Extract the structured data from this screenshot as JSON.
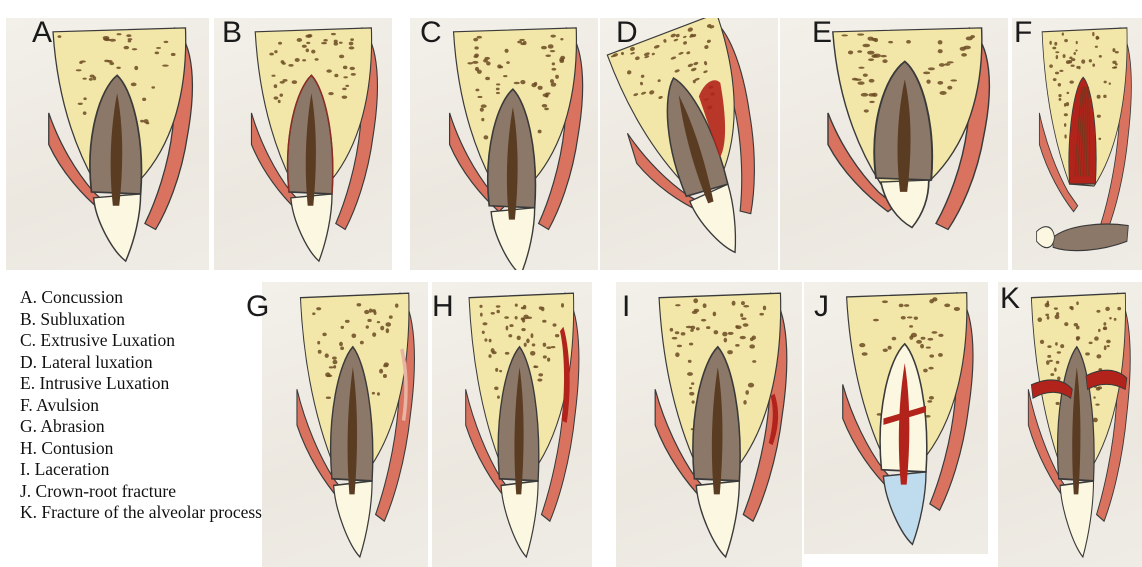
{
  "panels": [
    {
      "label": "A",
      "pathology": "none",
      "crown": "normal"
    },
    {
      "label": "B",
      "pathology": "pdl-widening",
      "crown": "normal"
    },
    {
      "label": "C",
      "pathology": "extrusion",
      "crown": "long"
    },
    {
      "label": "D",
      "pathology": "lateral-displacement",
      "crown": "tilted"
    },
    {
      "label": "E",
      "pathology": "intrusion",
      "crown": "short"
    },
    {
      "label": "F",
      "pathology": "avulsion-empty-socket",
      "crown": "separated"
    },
    {
      "label": "G",
      "pathology": "abrasion",
      "crown": "normal"
    },
    {
      "label": "H",
      "pathology": "contusion",
      "crown": "normal"
    },
    {
      "label": "I",
      "pathology": "laceration",
      "crown": "normal"
    },
    {
      "label": "J",
      "pathology": "crown-root-fracture",
      "crown": "fractured"
    },
    {
      "label": "K",
      "pathology": "alveolar-process-fracture",
      "crown": "normal"
    }
  ],
  "legend": [
    "A. Concussion",
    "B. Subluxation",
    "C. Extrusive Luxation",
    "D. Lateral luxation",
    "E. Intrusive Luxation",
    "F. Avulsion",
    "G. Abrasion",
    "H. Contusion",
    "I. Laceration",
    "J. Crown-root fracture",
    "K. Fracture of the alveolar process"
  ],
  "colors": {
    "bone": "#f2e6a8",
    "bone_dots": "#6b4a22",
    "gingiva": "#d9735f",
    "tooth_root": "#8c7868",
    "pulp": "#5a3c22",
    "enamel": "#fbf7e0",
    "blood": "#b2231b",
    "outline": "#3a3a3a",
    "crown_blue": "#bfdcef"
  }
}
